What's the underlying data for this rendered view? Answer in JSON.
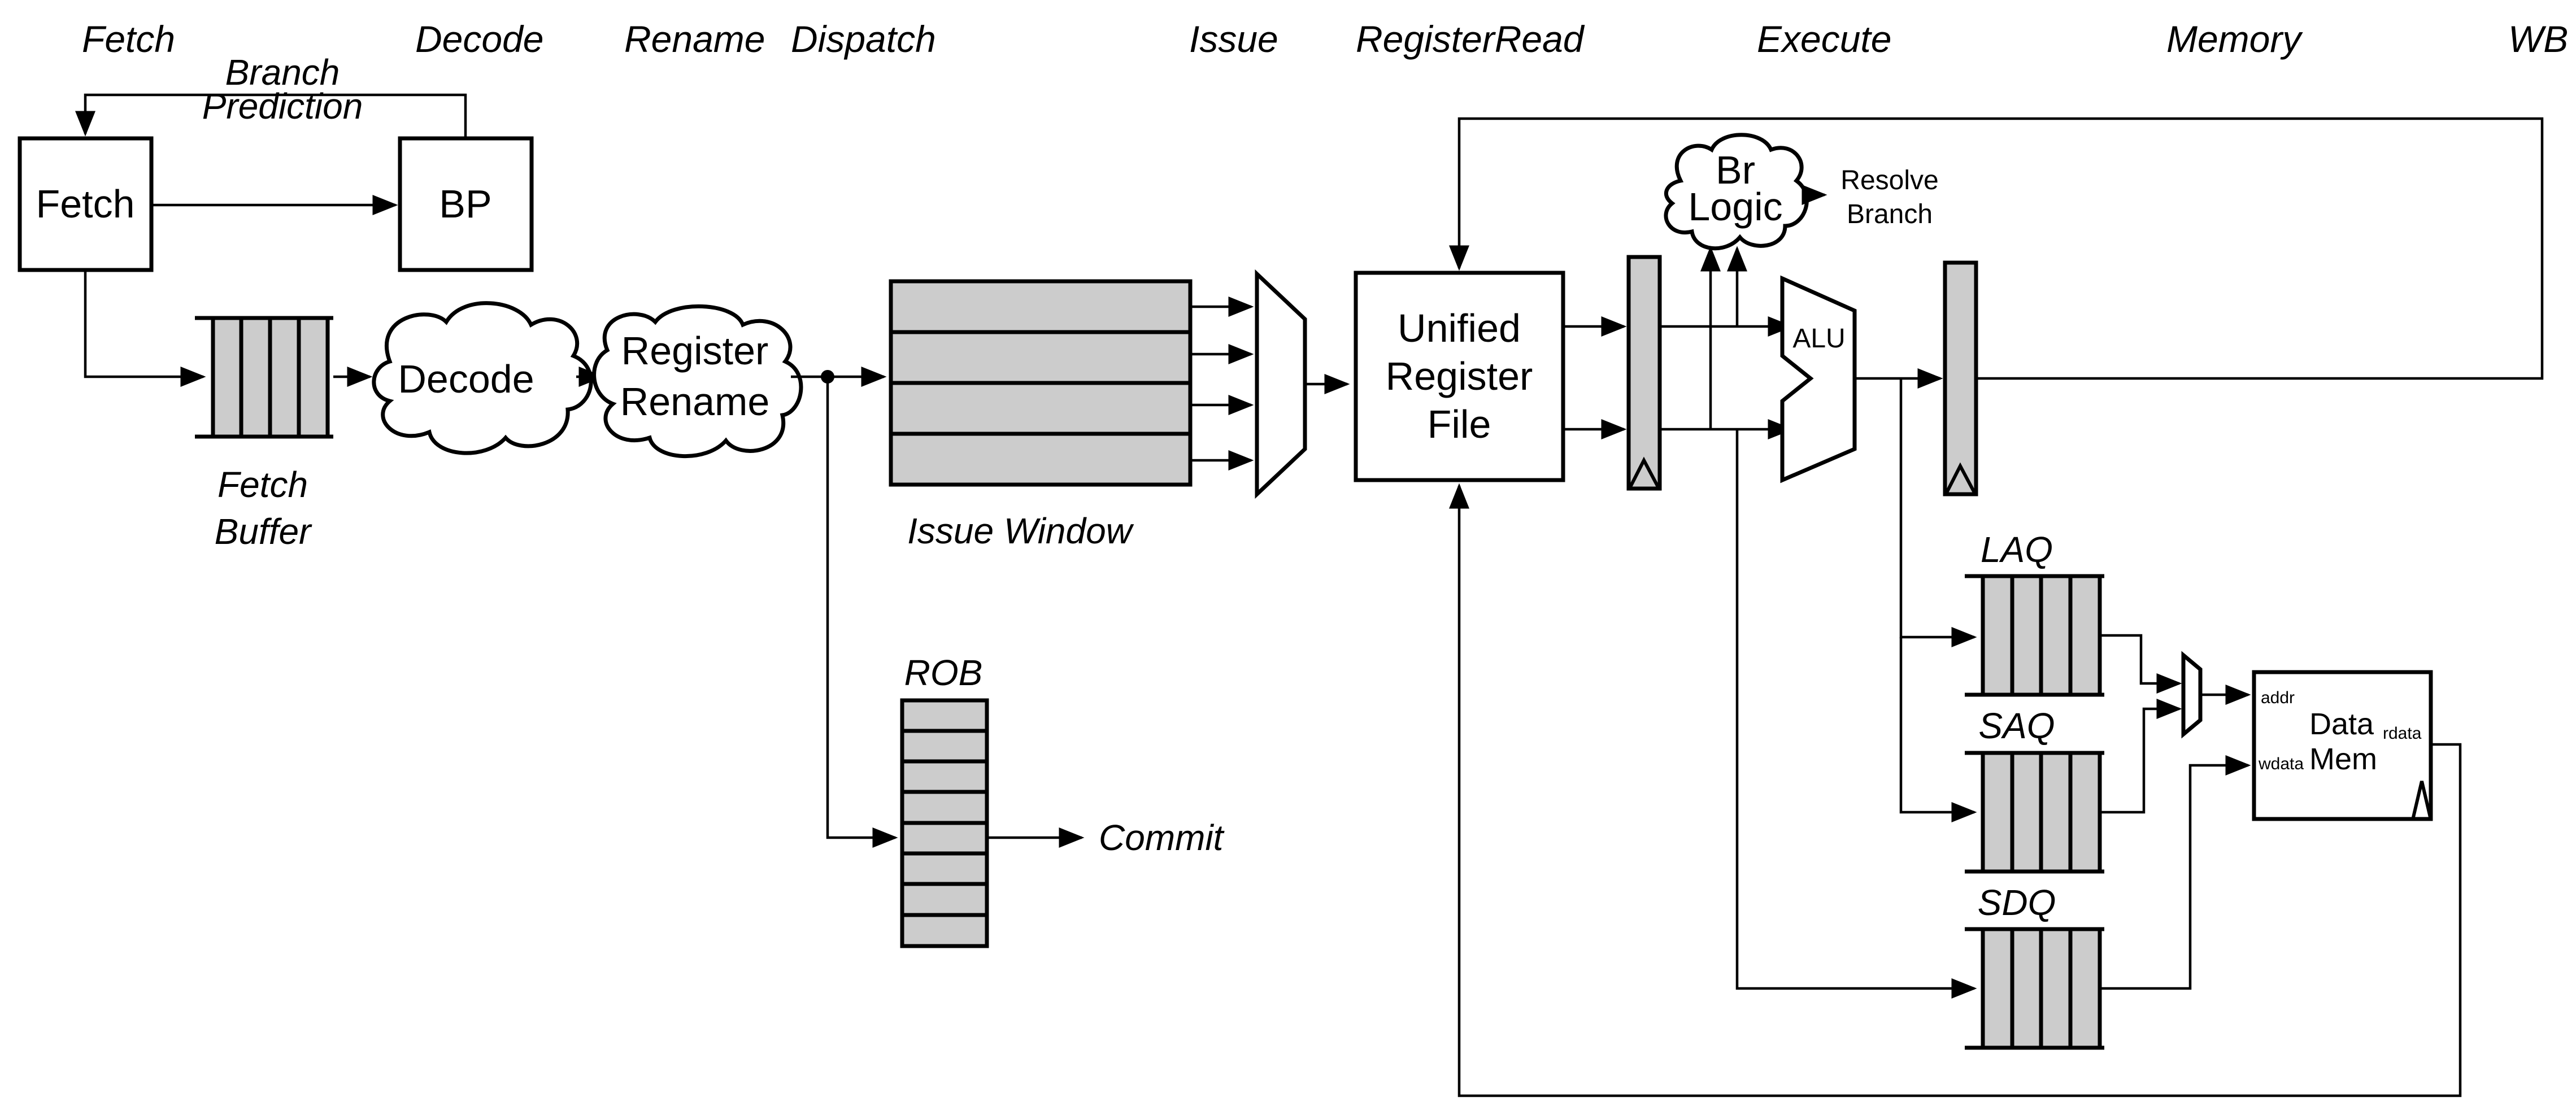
{
  "stages": [
    "Fetch",
    "Decode",
    "Rename",
    "Dispatch",
    "Issue",
    "RegisterRead",
    "Execute",
    "Memory",
    "WB"
  ],
  "labels": {
    "branch_prediction_1": "Branch",
    "branch_prediction_2": "Prediction",
    "fetch_box": "Fetch",
    "bp_box": "BP",
    "decode_cloud": "Decode",
    "rename_1": "Register",
    "rename_2": "Rename",
    "fetch_buffer_1": "Fetch",
    "fetch_buffer_2": "Buffer",
    "issue_window": "Issue Window",
    "rob": "ROB",
    "commit": "Commit",
    "regfile_1": "Unified",
    "regfile_2": "Register",
    "regfile_3": "File",
    "br_logic_1": "Br",
    "br_logic_2": "Logic",
    "resolve_1": "Resolve",
    "resolve_2": "Branch",
    "alu": "ALU",
    "laq": "LAQ",
    "saq": "SAQ",
    "sdq": "SDQ",
    "mem_addr": "addr",
    "mem_data": "Data",
    "mem_rdata": "rdata",
    "mem_wdata": "wdata",
    "mem_mem": "Mem"
  },
  "colors": {
    "fill_gray": "#cccccc",
    "line": "#000000",
    "background": "#ffffff"
  }
}
